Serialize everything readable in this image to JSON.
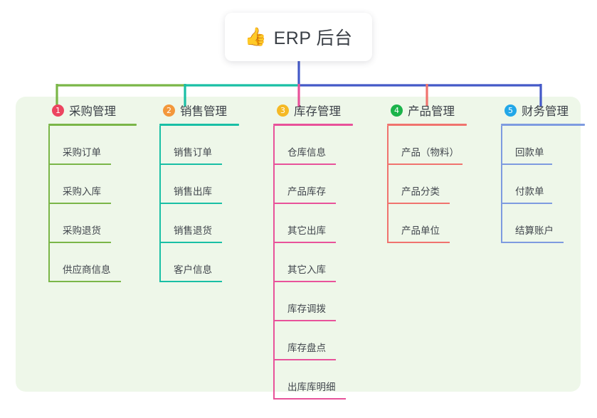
{
  "root": {
    "icon": "thumbs-up-icon",
    "emoji": "👍",
    "title": "ERP 后台"
  },
  "panel": {
    "background_color": "#eef7e9"
  },
  "columns": [
    {
      "number": "1",
      "title": "采购管理",
      "color": "#7ab648",
      "badge_color": "#ec4560",
      "connector_color": "#7ab648",
      "items": [
        {
          "label": "采购订单",
          "rule_width": 88
        },
        {
          "label": "采购入库",
          "rule_width": 88
        },
        {
          "label": "采购退货",
          "rule_width": 88
        },
        {
          "label": "供应商信息",
          "rule_width": 102
        }
      ]
    },
    {
      "number": "2",
      "title": "销售管理",
      "color": "#19bfa5",
      "badge_color": "#f3973b",
      "connector_color": "#19bfa5",
      "items": [
        {
          "label": "销售订单",
          "rule_width": 88
        },
        {
          "label": "销售出库",
          "rule_width": 88
        },
        {
          "label": "销售退货",
          "rule_width": 88
        },
        {
          "label": "客户信息",
          "rule_width": 88
        }
      ]
    },
    {
      "number": "3",
      "title": "库存管理",
      "color": "#e8529a",
      "badge_color": "#f5b925",
      "connector_color": "#e8529a",
      "items": [
        {
          "label": "仓库信息",
          "rule_width": 88
        },
        {
          "label": "产品库存",
          "rule_width": 88
        },
        {
          "label": "其它出库",
          "rule_width": 88
        },
        {
          "label": "其它入库",
          "rule_width": 88
        },
        {
          "label": "库存调拨",
          "rule_width": 88
        },
        {
          "label": "库存盘点",
          "rule_width": 88
        },
        {
          "label": "出库库明细",
          "rule_width": 102
        }
      ]
    },
    {
      "number": "4",
      "title": "产品管理",
      "color": "#f0736e",
      "badge_color": "#1bb34a",
      "connector_color": "#f0736e",
      "items": [
        {
          "label": "产品（物料）",
          "rule_width": 106
        },
        {
          "label": "产品分类",
          "rule_width": 88
        },
        {
          "label": "产品单位",
          "rule_width": 88
        }
      ]
    },
    {
      "number": "5",
      "title": "财务管理",
      "color": "#7e9be0",
      "badge_color": "#22a7e8",
      "connector_color": "#4459c8",
      "items": [
        {
          "label": "回款单",
          "rule_width": 72
        },
        {
          "label": "付款单",
          "rule_width": 72
        },
        {
          "label": "结算账户",
          "rule_width": 88
        }
      ]
    }
  ],
  "connector_lines": {
    "trunk_color": "#4459c8",
    "bus_segment_colors": [
      "#7ab648",
      "#19bfa5",
      "#4459c8",
      "#4459c8"
    ],
    "drop_colors": [
      "#7ab648",
      "#19bfa5",
      "#e8529a",
      "#f0736e",
      "#4459c8"
    ]
  }
}
